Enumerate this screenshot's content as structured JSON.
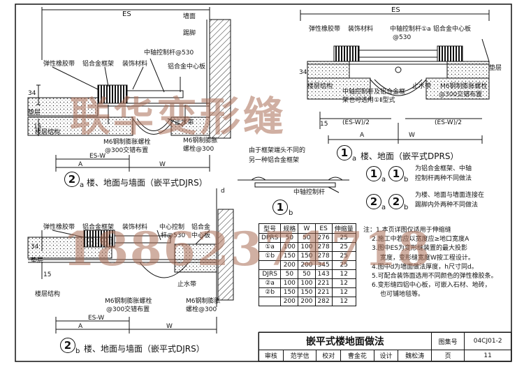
{
  "drawing_2a": {
    "es": "ES",
    "wall_face": "墙面",
    "baseboard": "踢脚",
    "rubber_strip": "弹性橡胶带",
    "al_frame": "铝合金框架",
    "decor_material": "装饰材料",
    "center_rod": "中轴控制杆@530",
    "al_center": "铝合金中心板",
    "dim_34": "34",
    "dim_15": "15",
    "screed": "垫层",
    "floor_structure": "楼层结构",
    "water_stop": "止水带",
    "bolt_left": "M6钢制膨胀螺栓",
    "bolt_left_2": "@300交错布置",
    "bolt_right": "M6钢制膨胀",
    "bolt_right_2": "螺栓@300",
    "es_w": "ES-W",
    "dim_a": "A",
    "dim_w": "W",
    "circle": "2",
    "sub": "a",
    "title": "楼、地面与墙面（嵌平式DJRS）"
  },
  "drawing_1a": {
    "es": "ES",
    "rubber_strip": "弹性橡胶带",
    "decor_material": "装饰材料",
    "center_rod": "中轴控制杆①a",
    "at530": "@530",
    "al_center": "铝合金中心板",
    "screed": "垫层",
    "dim_34": "34",
    "floor_structure": "楼层结构",
    "note1": "中轴控制杆及铝合金框",
    "note2": "架也可选用①Ⅱ型式",
    "water_stop": "止水带",
    "bolt": "M6钢制膨胀螺栓",
    "bolt2": "@300交错布置",
    "dim_15": "15",
    "es_w_2_left": "(ES-W)/2",
    "es_w_2_right": "(ES-W)/2",
    "dim_a": "A",
    "dim_w": "W",
    "circle": "1",
    "sub": "a",
    "title": "楼、地面（嵌平式DPRS）"
  },
  "drawing_1b": {
    "desc1": "由于框架端头不同的",
    "desc2": "另一种铝合金框架",
    "rod": "中轴控制杆",
    "circle": "1",
    "sub": "b"
  },
  "legend": {
    "row1_c1": "1",
    "row1_s1": "a",
    "row1_c2": "1",
    "row1_s2": "b",
    "row1_text1": "为铝合金框架、中轴",
    "row1_text2": "控制杆两种不同做法",
    "row2_c1": "2",
    "row2_s1": "a",
    "row2_c2": "2",
    "row2_s2": "b",
    "row2_text1": "为楼、地面与墙面连接在",
    "row2_text2": "踢脚内外两种不同做法"
  },
  "drawing_2b": {
    "d": "d",
    "rubber_strip": "弹性橡胶带",
    "al_frame": "铝合金框架",
    "decor_material": "装饰材料",
    "center_rod": "中心控制",
    "center_rod2": "杆@530",
    "al_center": "铝合金",
    "al_center2": "中心板",
    "dim_34": "34",
    "dim_15": "15",
    "screed": "垫层",
    "floor_structure": "楼层结构",
    "water_stop": "止水带",
    "bolt_left": "M6钢制膨胀螺栓",
    "bolt_left2": "@300交错布置",
    "bolt_right": "M6钢制膨胀",
    "bolt_right2": "螺栓@300",
    "es_w": "ES-W",
    "dim_a": "A",
    "dim_w": "W",
    "circle": "2",
    "sub": "b",
    "title": "楼、地面与墙面（嵌平式DJRS）"
  },
  "spec_table": {
    "headers": [
      "型号",
      "规格",
      "W",
      "ES",
      "伸缩量"
    ],
    "rows": [
      [
        "DPRS",
        "50",
        "50",
        "276",
        "25"
      ],
      [
        "①a",
        "100",
        "100",
        "278",
        "25"
      ],
      [
        "①b",
        "150",
        "150",
        "278",
        "25"
      ],
      [
        "",
        "200",
        "200",
        "345",
        "25"
      ],
      [
        "DJRS",
        "50",
        "50",
        "143",
        "12"
      ],
      [
        "②a",
        "100",
        "100",
        "221",
        "12"
      ],
      [
        "②b",
        "150",
        "150",
        "221",
        "12"
      ],
      [
        "",
        "200",
        "200",
        "282",
        "12"
      ]
    ]
  },
  "notes": [
    "注：1.本页详图仅适用于伸缩缝",
    "2.施工中若应以宽度应≥地口宽度A",
    "3.图中ES为变形缝装置的最大投影",
    "宽度，变形缝宽度W按工程设计。",
    "4.图中d为墙面做法厚度，h尺寸同d。",
    "5.可配合装饰面选用不同颜色的弹性橡胶条。",
    "6.变形缝四铝中心板，可嵌入石材、地砖，",
    "也可铺地毯等。"
  ],
  "title_block": {
    "title": "嵌平式楼地面做法",
    "atlas_label": "图集号",
    "atlas_no": "04CJ01-2",
    "page_label": "页",
    "page_no": "11",
    "review": "审核",
    "reviewer": "范学信",
    "check": "校对",
    "checker": "曹金花",
    "design": "设计",
    "designer": "魏松涛"
  },
  "watermarks": {
    "line1": "联华变形缝",
    "line2": "18862371718"
  },
  "colors": {
    "ink": "#111111",
    "watermark": "#aa6e55"
  }
}
